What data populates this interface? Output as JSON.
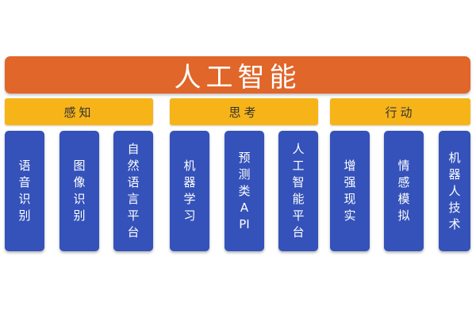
{
  "title": "人工智能",
  "categories": [
    {
      "label": "感知",
      "items": [
        "语音识别",
        "图像识别",
        "自然语言平台"
      ]
    },
    {
      "label": "思考",
      "items": [
        "机器学习",
        "预测类API",
        "人工智能平台"
      ]
    },
    {
      "label": "行动",
      "items": [
        "增强现实",
        "情感模拟",
        "机器人技术"
      ]
    }
  ],
  "colors": {
    "title_bar": "#E0662A",
    "category": "#F7B419",
    "item": "#3452B9"
  }
}
